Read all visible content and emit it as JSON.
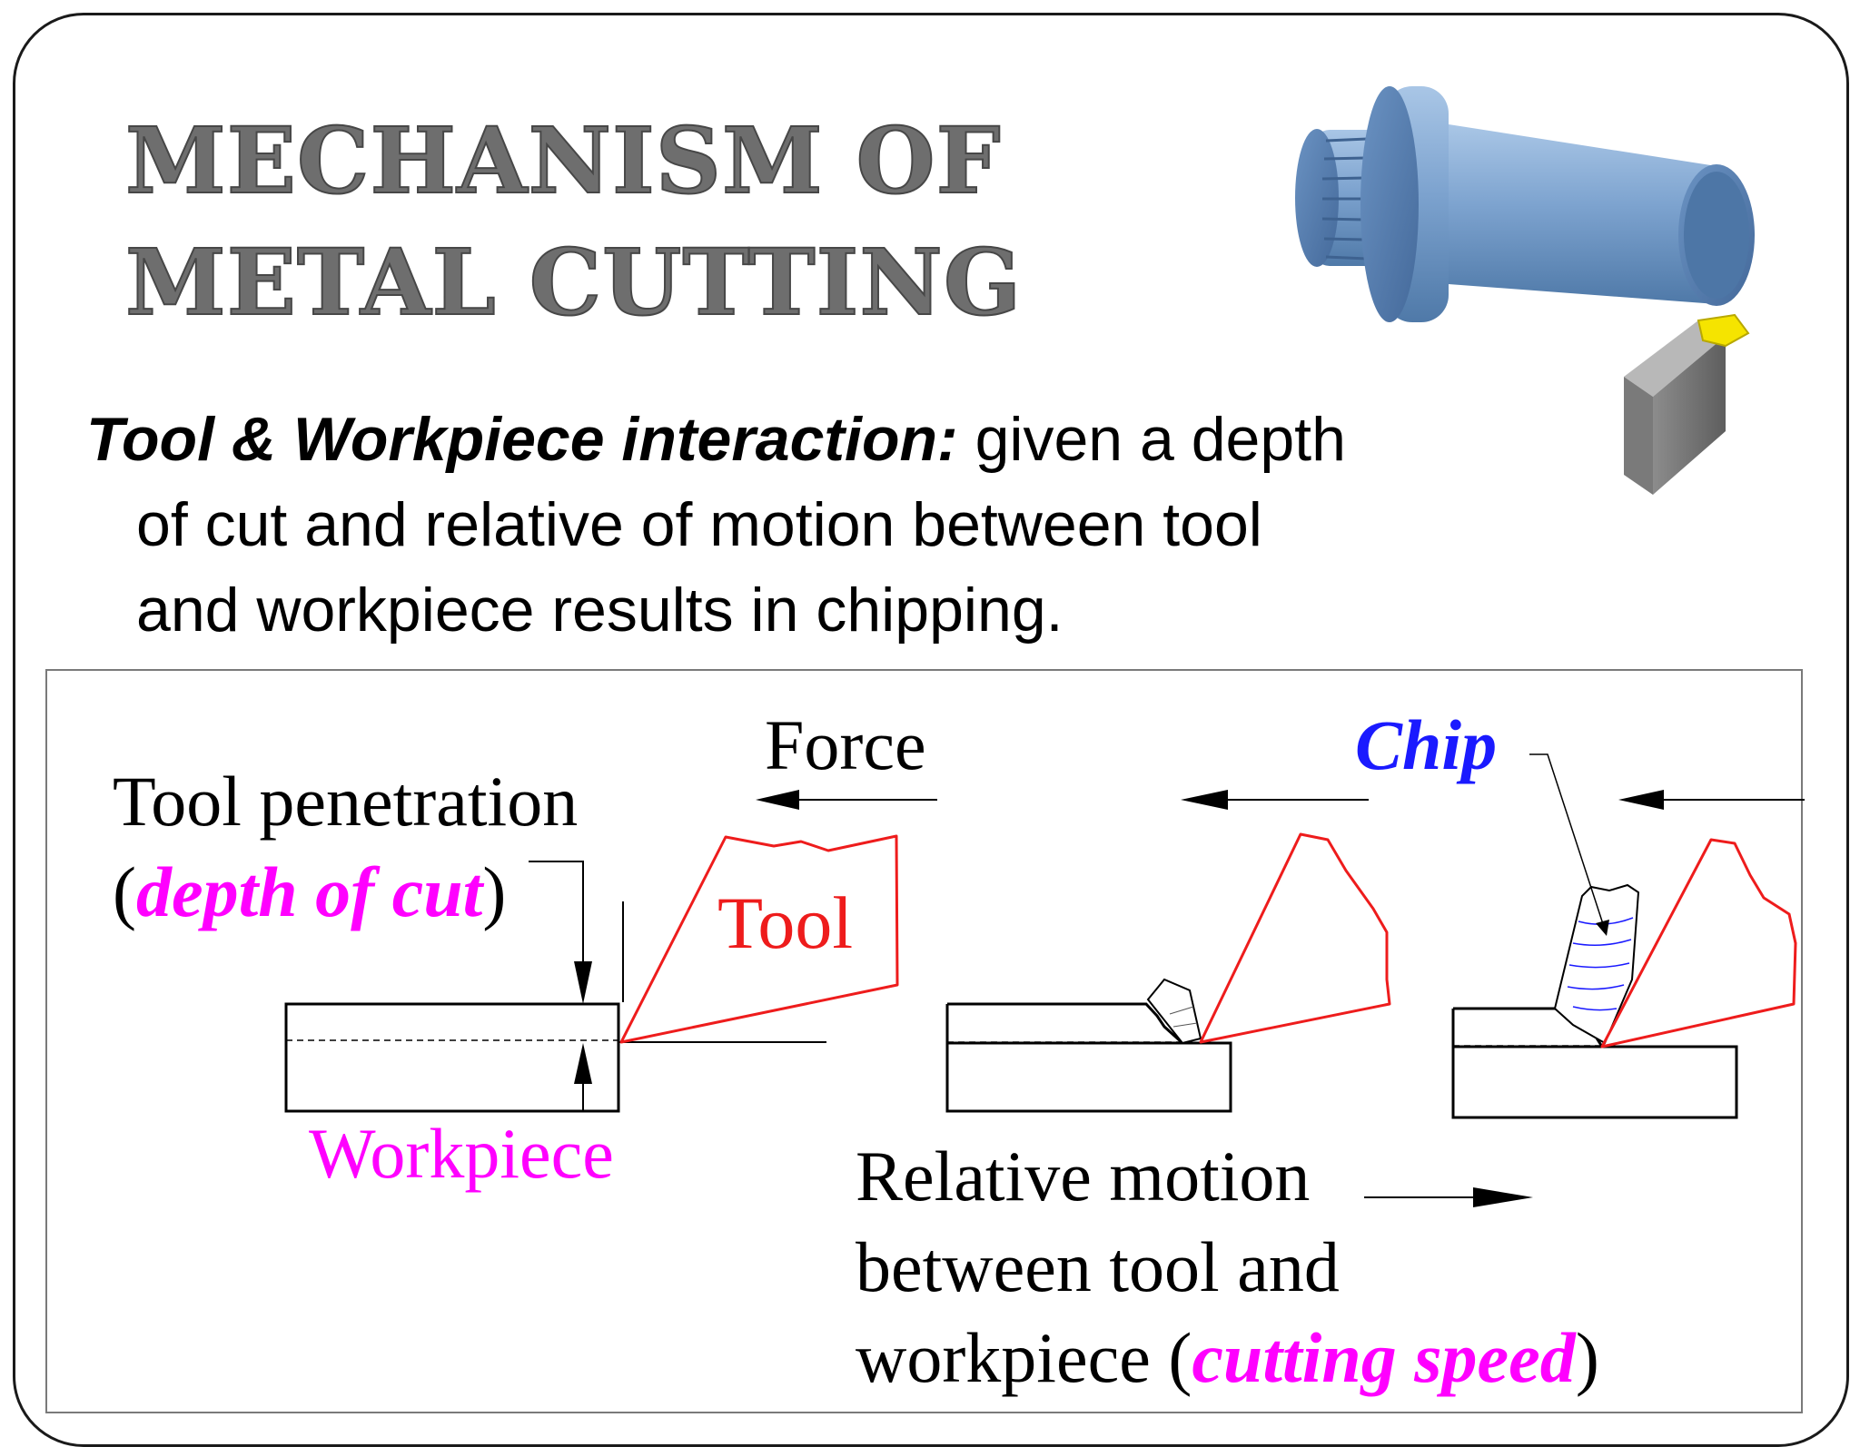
{
  "slide": {
    "title": "Mechanism of Metal Cutting"
  },
  "intro": {
    "lead": "Tool & Workpiece interaction:",
    "line1_rest": " given a depth",
    "line2": "of cut and relative of motion between tool",
    "line3": "and workpiece results in chipping."
  },
  "diagram": {
    "force_label": "Force",
    "chip_label": "Chip",
    "tool_pen_label": "Tool penetration",
    "depth_open": "(",
    "depth_label": "depth of cut",
    "depth_close": ")",
    "tool_label": "Tool",
    "workpiece_label": "Workpiece",
    "relmotion_line1": "Relative motion",
    "relmotion_line2": "between tool and",
    "relmotion_line3_a": "workpiece (",
    "relmotion_line3_b": "cutting speed",
    "relmotion_line3_c": ")",
    "colors": {
      "tool": "#ee1c1c",
      "magenta": "#ff00ff",
      "chip_blue": "#1a1aff",
      "line": "#000000"
    }
  },
  "icons": {
    "hero": "lathe-workpiece-tool-icon"
  }
}
